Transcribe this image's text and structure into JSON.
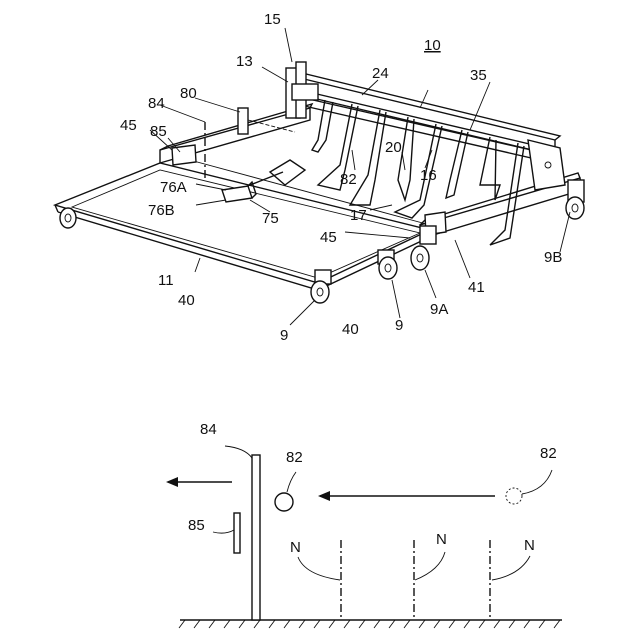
{
  "top_figure": {
    "labels": {
      "l15": "15",
      "l10": "10",
      "l13": "13",
      "l24": "24",
      "l35": "35",
      "l84": "84",
      "l80": "80",
      "l45a": "45",
      "l85": "85",
      "l20": "20",
      "l16": "16",
      "l82": "82",
      "l76A": "76A",
      "l76B": "76B",
      "l75": "75",
      "l17": "17",
      "l45b": "45",
      "l9B": "9B",
      "l11": "11",
      "l40a": "40",
      "l41": "41",
      "l9A": "9A",
      "l9a": "9",
      "l9b": "9",
      "l40b": "40"
    }
  },
  "bottom_figure": {
    "labels": {
      "l84": "84",
      "l82a": "82",
      "l82b": "82",
      "l85": "85",
      "lNa": "N",
      "lNb": "N",
      "lNc": "N"
    }
  }
}
